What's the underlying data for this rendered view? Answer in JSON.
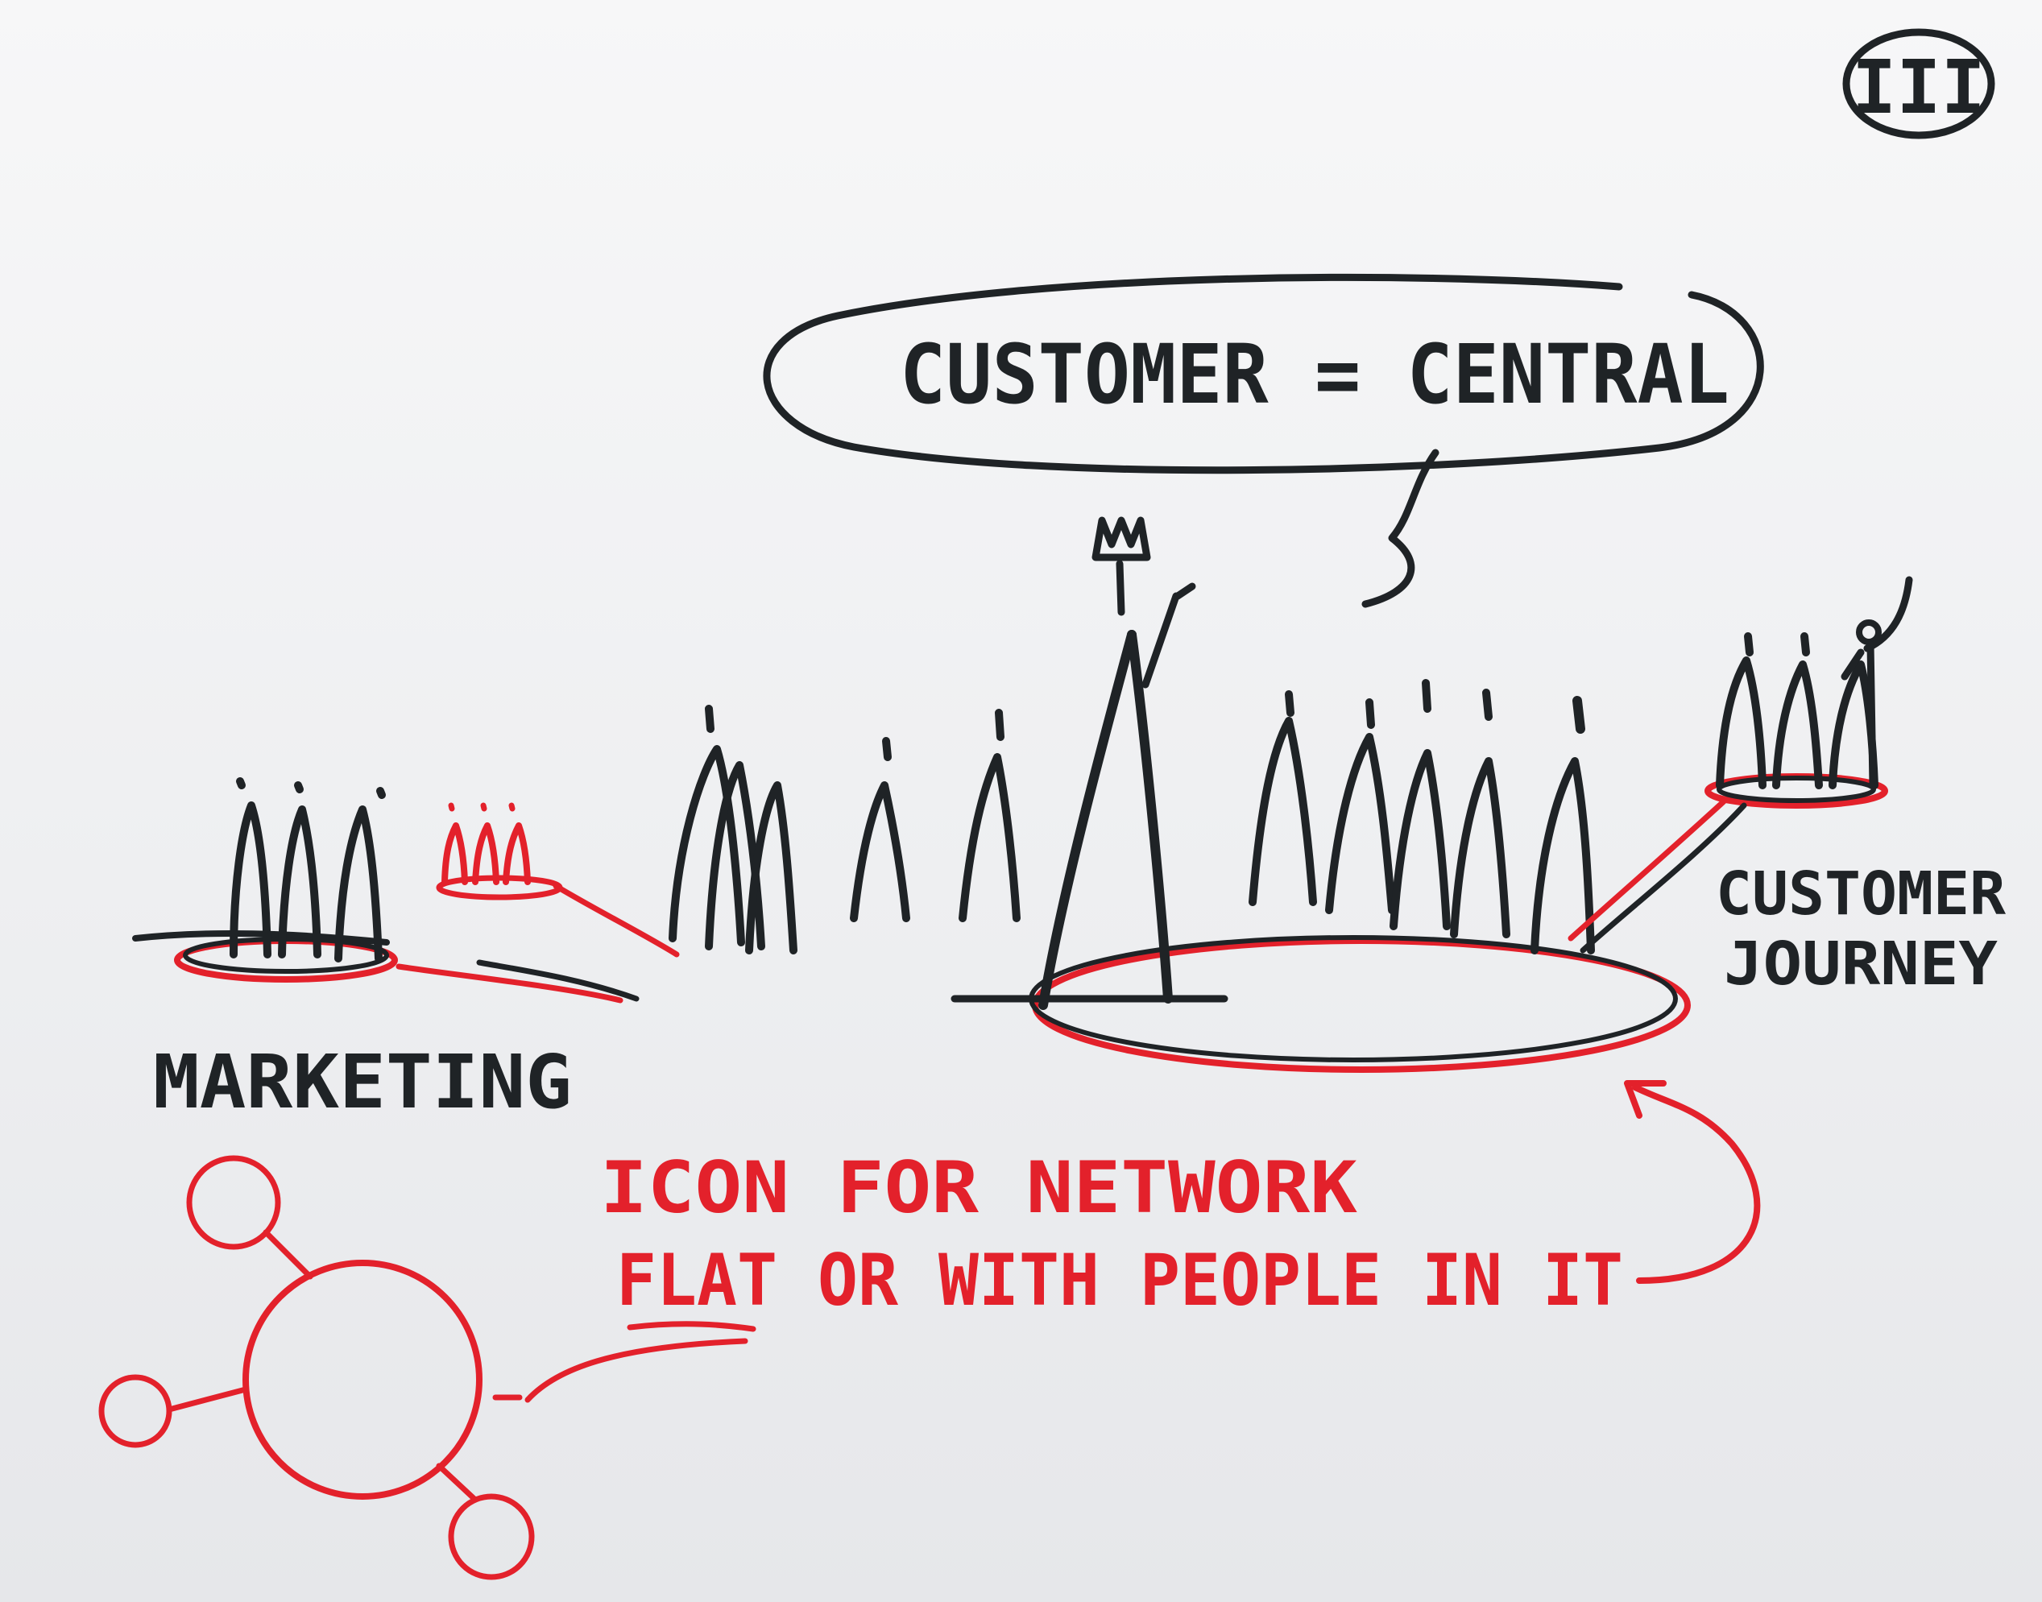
{
  "page_number": "III",
  "speech_bubble": {
    "text": "CUSTOMER = CENTRAL"
  },
  "labels": {
    "marketing": "MARKETING",
    "customer_journey_line1": "CUSTOMER",
    "customer_journey_line2": "JOURNEY"
  },
  "note": {
    "line1": "ICON FOR NETWORK",
    "line2": "FLAT OR WITH PEOPLE IN IT"
  },
  "colors": {
    "ink": "#1f2326",
    "accent": "#e3212b",
    "paper": "#f4f4f6"
  },
  "icons": [
    "crowned-customer-icon",
    "people-group-icon",
    "network-icon",
    "arrow-icon"
  ]
}
